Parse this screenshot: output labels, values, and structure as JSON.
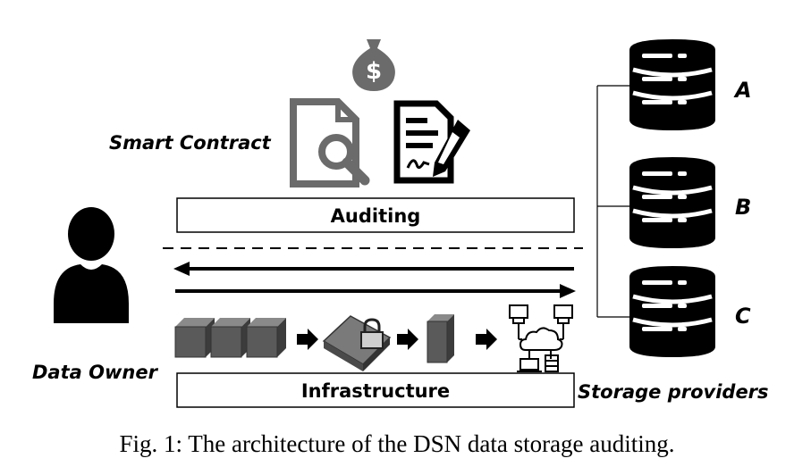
{
  "labels": {
    "smart_contract": "Smart Contract",
    "auditing": "Auditing",
    "data_owner": "Data Owner",
    "infrastructure": "Infrastructure",
    "storage_providers": "Storage providers",
    "provider_a": "A",
    "provider_b": "B",
    "provider_c": "C",
    "dollar_sign": "$"
  },
  "caption": "Fig. 1: The architecture of the DSN data storage auditing.",
  "icons": [
    "money-bag-icon",
    "document-search-icon",
    "contract-sign-icon",
    "user-icon",
    "data-blocks-icon",
    "encryption-lock-icon",
    "data-block-icon",
    "cloud-network-icon",
    "database-icon"
  ],
  "colors": {
    "icon_gray": "#6b6b6b",
    "icon_dark": "#000000",
    "block_gray": "#5a5a5a"
  }
}
